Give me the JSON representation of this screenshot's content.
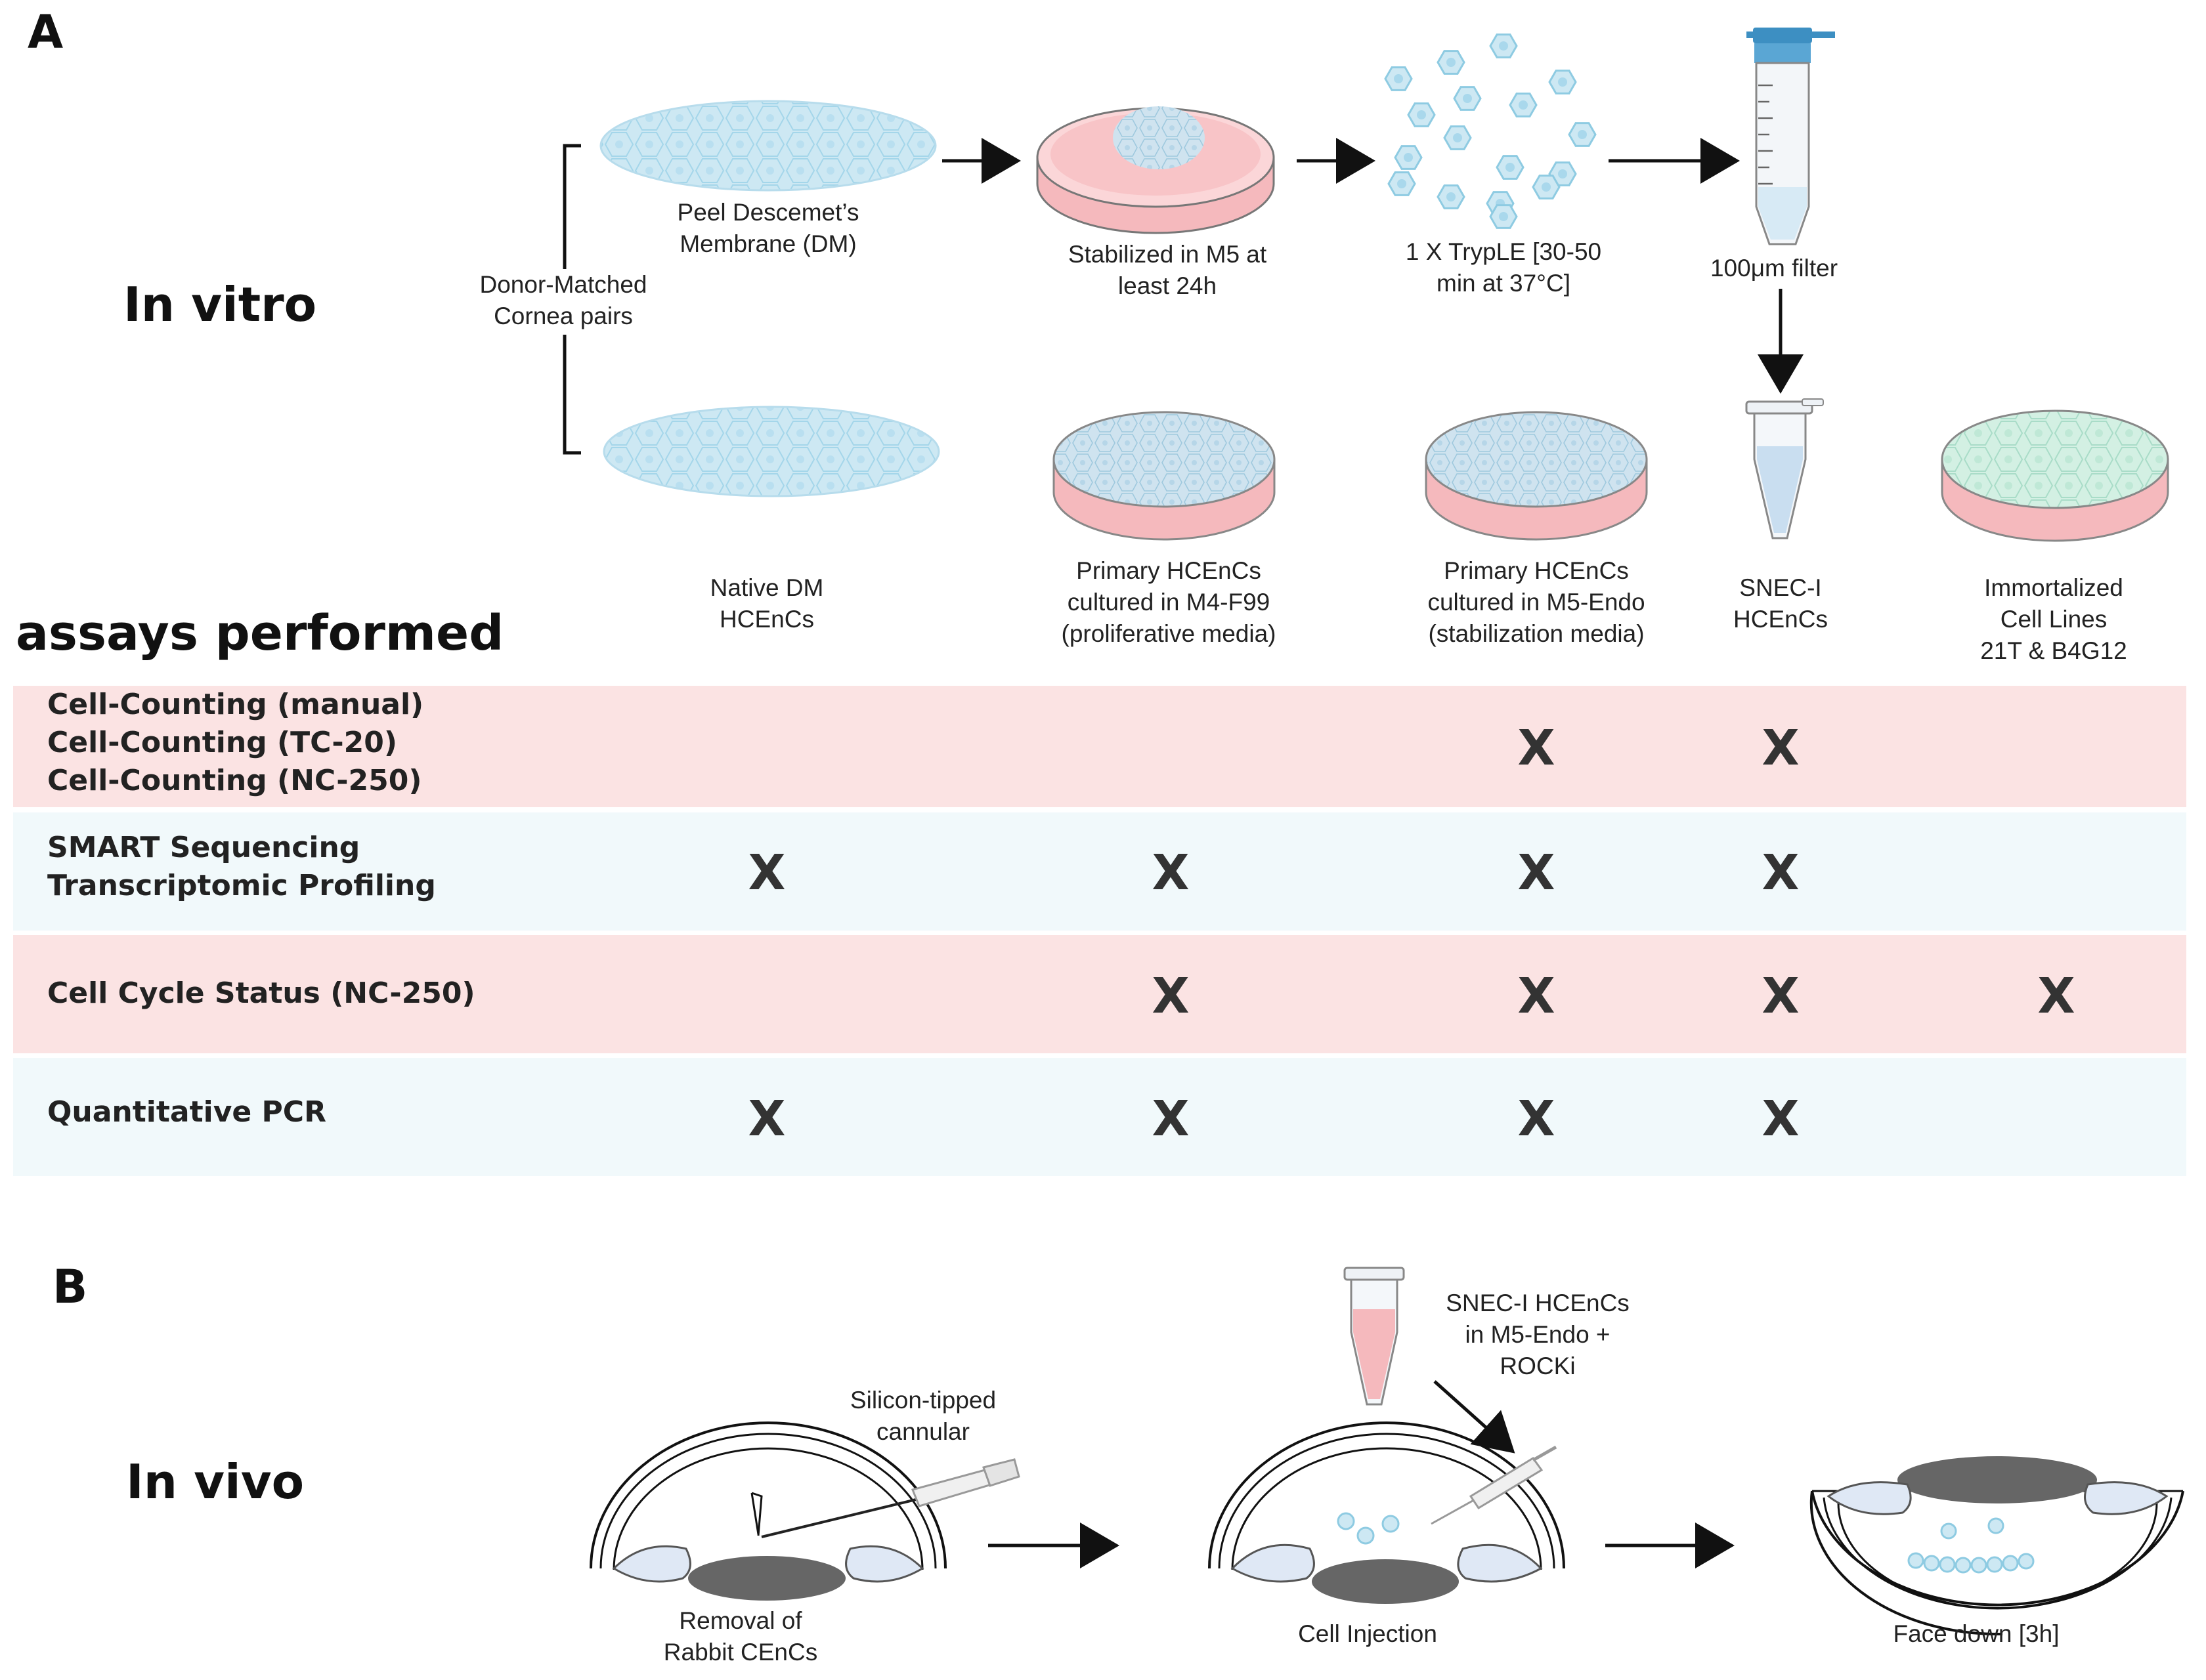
{
  "panel_a": {
    "letter": "A",
    "in_vitro_title": "In vitro",
    "donor_label": "Donor-Matched\nCornea pairs",
    "steps": [
      {
        "label": "Peel Descemet’s\nMembrane (DM)"
      },
      {
        "label": "Stabilized in M5 at\nleast 24h"
      },
      {
        "label": "1 X TrypLE [30-50\nmin at 37°C]"
      },
      {
        "label": "100μm filter"
      }
    ],
    "columns": [
      {
        "label": "Native DM\nHCEnCs"
      },
      {
        "label": "Primary HCEnCs\ncultured in M4-F99\n(proliferative media)"
      },
      {
        "label": "Primary HCEnCs\ncultured in M5-Endo\n(stabilization media)"
      },
      {
        "label": "SNEC-I\nHCEnCs"
      },
      {
        "label": "Immortalized Cell Lines\n21T & B4G12"
      }
    ],
    "assays_title": "assays performed",
    "mark_symbol": "X",
    "assays": [
      {
        "name": "Cell-Counting (manual)\nCell-Counting (TC-20)\nCell-Counting (NC-250)",
        "marks": [
          false,
          false,
          true,
          true,
          false
        ],
        "band_color": "#fbe3e3"
      },
      {
        "name": "SMART Sequencing\nTranscriptomic Profiling",
        "marks": [
          true,
          true,
          true,
          true,
          false
        ],
        "band_color": "#f1f9fb"
      },
      {
        "name": "Cell Cycle Status (NC-250)",
        "marks": [
          false,
          true,
          true,
          true,
          true
        ],
        "band_color": "#fbe3e3"
      },
      {
        "name": "Quantitative PCR",
        "marks": [
          true,
          true,
          true,
          true,
          false
        ],
        "band_color": "#f1f9fb"
      }
    ]
  },
  "panel_b": {
    "letter": "B",
    "in_vivo_title": "In vivo",
    "cannula_label": "Silicon-tipped\ncannular",
    "removal_label": "Removal of\nRabbit CEnCs",
    "snec_label": "SNEC-I HCEnCs\nin M5-Endo +\nROCKi",
    "injection_label": "Cell Injection",
    "face_down_label": "Face down [3h]"
  },
  "colors": {
    "cell_blue": "#cde8f3",
    "cell_outline": "#8ecbe2",
    "dish_pink": "#f5b9bd",
    "dish_green": "#cfeee0",
    "tube_cap_blue": "#3d8fc2",
    "eye_gray": "#666666",
    "lens_blue": "#dfe8f5"
  }
}
